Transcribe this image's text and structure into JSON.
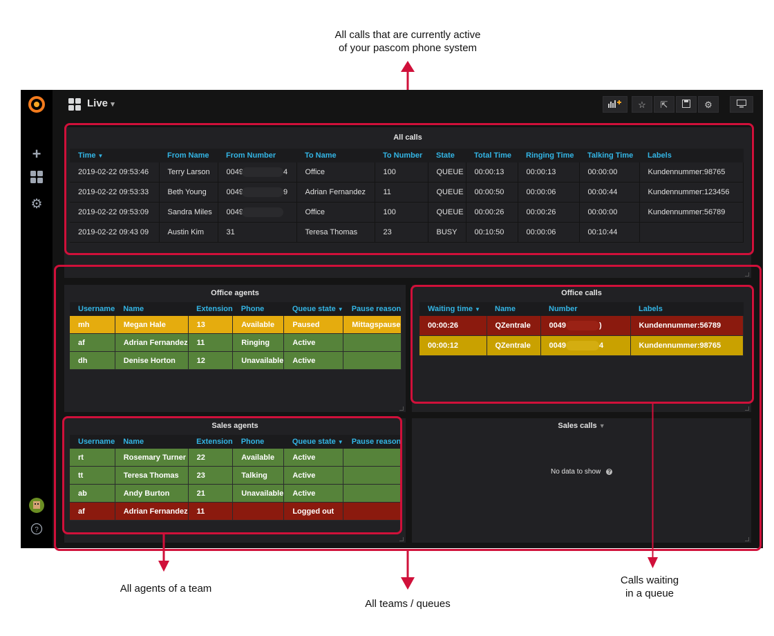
{
  "annotations": {
    "top_line1": "All calls that are currently active",
    "top_line2": "of your pascom phone system",
    "agents": "All agents of a team",
    "teams": "All teams / queues",
    "waiting_line1": "Calls waiting",
    "waiting_line2": "in a queue"
  },
  "topbar": {
    "dashboard_title": "Live",
    "dropdown_caret": "⌄"
  },
  "icons": {
    "logo": "grafana-logo-icon",
    "add": "plus-icon",
    "dashboards": "grid-icon",
    "config": "gear-icon",
    "avatar": "user-avatar-icon",
    "help": "help-icon",
    "add_panel": "add-panel-icon",
    "star": "star-icon",
    "share": "share-icon",
    "save": "save-icon",
    "settings": "gear-icon",
    "tv": "monitor-icon"
  },
  "all_calls": {
    "title": "All calls",
    "columns": [
      "Time",
      "From Name",
      "From Number",
      "To Name",
      "To Number",
      "State",
      "Total Time",
      "Ringing Time",
      "Talking Time",
      "Labels"
    ],
    "rows": [
      {
        "time": "2019-02-22 09:53:46",
        "from_name": "Terry Larson",
        "from_number_start": "0049",
        "from_number_end": "4",
        "to_name": "Office",
        "to_number": "100",
        "state": "QUEUE",
        "total": "00:00:13",
        "ringing": "00:00:13",
        "talking": "00:00:00",
        "labels": "Kundennummer:98765"
      },
      {
        "time": "2019-02-22 09:53:33",
        "from_name": "Beth Young",
        "from_number_start": "0049",
        "from_number_end": "9",
        "to_name": "Adrian Fernandez",
        "to_number": "11",
        "state": "QUEUE",
        "total": "00:00:50",
        "ringing": "00:00:06",
        "talking": "00:00:44",
        "labels": "Kundennummer:123456"
      },
      {
        "time": "2019-02-22 09:53:09",
        "from_name": "Sandra Miles",
        "from_number_start": "0049",
        "from_number_end": "",
        "to_name": "Office",
        "to_number": "100",
        "state": "QUEUE",
        "total": "00:00:26",
        "ringing": "00:00:26",
        "talking": "00:00:00",
        "labels": "Kundennummer:56789"
      },
      {
        "time": "2019-02-22 09:43 09",
        "from_name": "Austin Kim",
        "from_number_start": "31",
        "from_number_end": "",
        "to_name": "Teresa Thomas",
        "to_number": "23",
        "state": "BUSY",
        "total": "00:10:50",
        "ringing": "00:00:06",
        "talking": "00:10:44",
        "labels": ""
      }
    ]
  },
  "office_agents": {
    "title": "Office agents",
    "columns": [
      "Username",
      "Name",
      "Extension",
      "Phone",
      "Queue state",
      "Pause reason"
    ],
    "rows": [
      {
        "username": "mh",
        "name": "Megan Hale",
        "extension": "13",
        "phone": "Available",
        "queue_state": "Paused",
        "pause_reason": "Mittagspause",
        "color": "yellow"
      },
      {
        "username": "af",
        "name": "Adrian Fernandez",
        "extension": "11",
        "phone": "Ringing",
        "queue_state": "Active",
        "pause_reason": "",
        "color": "green"
      },
      {
        "username": "dh",
        "name": "Denise Horton",
        "extension": "12",
        "phone": "Unavailable",
        "queue_state": "Active",
        "pause_reason": "",
        "color": "green"
      }
    ]
  },
  "office_calls": {
    "title": "Office calls",
    "columns": [
      "Waiting time",
      "Name",
      "Number",
      "Labels"
    ],
    "rows": [
      {
        "waiting": "00:00:26",
        "name": "QZentrale",
        "number_start": "0049",
        "number_end": ")",
        "labels": "Kundennummer:56789",
        "color": "red"
      },
      {
        "waiting": "00:00:12",
        "name": "QZentrale",
        "number_start": "0049",
        "number_end": "4",
        "labels": "Kundennummer:98765",
        "color": "gold"
      }
    ]
  },
  "sales_agents": {
    "title": "Sales agents",
    "columns": [
      "Username",
      "Name",
      "Extension",
      "Phone",
      "Queue state",
      "Pause reason"
    ],
    "rows": [
      {
        "username": "rt",
        "name": "Rosemary Turner",
        "extension": "22",
        "phone": "Available",
        "queue_state": "Active",
        "pause_reason": "",
        "color": "green"
      },
      {
        "username": "tt",
        "name": "Teresa Thomas",
        "extension": "23",
        "phone": "Talking",
        "queue_state": "Active",
        "pause_reason": "",
        "color": "green"
      },
      {
        "username": "ab",
        "name": "Andy Burton",
        "extension": "21",
        "phone": "Unavailable",
        "queue_state": "Active",
        "pause_reason": "",
        "color": "green"
      },
      {
        "username": "af",
        "name": "Adrian Fernandez",
        "extension": "11",
        "phone": "",
        "queue_state": "Logged out",
        "pause_reason": "",
        "color": "red"
      }
    ]
  },
  "sales_calls": {
    "title": "Sales calls",
    "empty_text": "No data to show"
  },
  "colors": {
    "accent_red": "#d0103a",
    "header_blue": "#33b5e5",
    "green": "#56833a",
    "yellow": "#e5ac0e",
    "red": "#8b1a0e",
    "gold": "#c9a100"
  }
}
